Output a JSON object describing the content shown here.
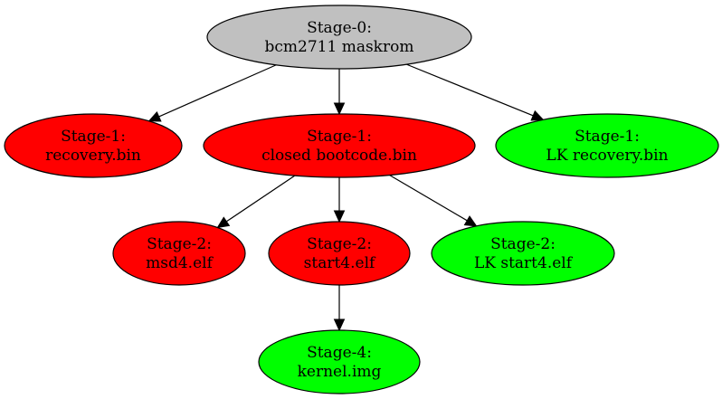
{
  "colors": {
    "gray": "#c0c0c0",
    "red": "#ff0000",
    "green": "#00ff00"
  },
  "nodes": [
    {
      "id": "stage0-maskrom",
      "line1": "Stage-0:",
      "line2": "bcm2711 maskrom",
      "color": "gray"
    },
    {
      "id": "stage1-recovery",
      "line1": "Stage-1:",
      "line2": "recovery.bin",
      "color": "red"
    },
    {
      "id": "stage1-closed-bootcode",
      "line1": "Stage-1:",
      "line2": "closed bootcode.bin",
      "color": "red"
    },
    {
      "id": "stage1-lk-recovery",
      "line1": "Stage-1:",
      "line2": "LK recovery.bin",
      "color": "green"
    },
    {
      "id": "stage2-msd4",
      "line1": "Stage-2:",
      "line2": "msd4.elf",
      "color": "red"
    },
    {
      "id": "stage2-start4",
      "line1": "Stage-2:",
      "line2": "start4.elf",
      "color": "red"
    },
    {
      "id": "stage2-lk-start4",
      "line1": "Stage-2:",
      "line2": "LK start4.elf",
      "color": "green"
    },
    {
      "id": "stage4-kernel",
      "line1": "Stage-4:",
      "line2": "kernel.img",
      "color": "green"
    }
  ],
  "edges": [
    {
      "from": "stage0-maskrom",
      "to": "stage1-recovery"
    },
    {
      "from": "stage0-maskrom",
      "to": "stage1-closed-bootcode"
    },
    {
      "from": "stage0-maskrom",
      "to": "stage1-lk-recovery"
    },
    {
      "from": "stage1-closed-bootcode",
      "to": "stage2-msd4"
    },
    {
      "from": "stage1-closed-bootcode",
      "to": "stage2-start4"
    },
    {
      "from": "stage1-closed-bootcode",
      "to": "stage2-lk-start4"
    },
    {
      "from": "stage2-start4",
      "to": "stage4-kernel"
    }
  ]
}
